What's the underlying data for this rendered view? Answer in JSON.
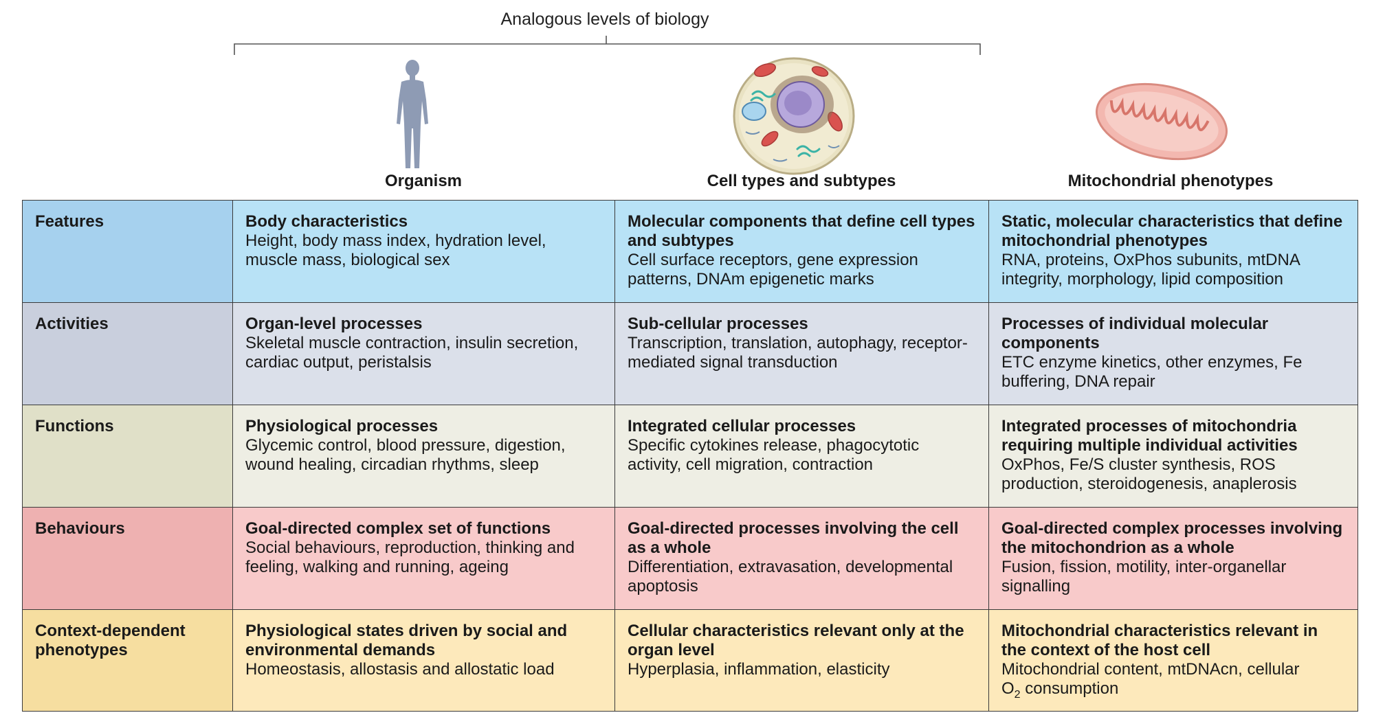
{
  "header": {
    "title": "Analogous levels of biology"
  },
  "columns": [
    {
      "title": "Organism",
      "icon": "human-figure-icon"
    },
    {
      "title": "Cell types and subtypes",
      "icon": "cell-icon"
    },
    {
      "title": "Mitochondrial phenotypes",
      "icon": "mitochondrion-icon"
    }
  ],
  "rows": [
    {
      "label": "Features",
      "cells": [
        {
          "title": "Body characteristics",
          "body": "Height, body mass index, hydration level, muscle mass, biological sex"
        },
        {
          "title": "Molecular components that define cell types and subtypes",
          "body": "Cell surface receptors, gene expression patterns, DNAm epigenetic marks"
        },
        {
          "title": "Static, molecular characteristics that define mitochondrial phenotypes",
          "body": "RNA, proteins, OxPhos subunits, mtDNA integrity, morphology, lipid composition"
        }
      ]
    },
    {
      "label": "Activities",
      "cells": [
        {
          "title": "Organ-level processes",
          "body": "Skeletal muscle contraction, insulin secretion, cardiac output, peristalsis"
        },
        {
          "title": "Sub-cellular processes",
          "body": "Transcription, translation, autophagy, receptor-mediated signal transduction"
        },
        {
          "title": "Processes of individual molecular components",
          "body": "ETC enzyme kinetics, other enzymes, Fe buffering, DNA repair"
        }
      ]
    },
    {
      "label": "Functions",
      "cells": [
        {
          "title": "Physiological processes",
          "body": "Glycemic control, blood pressure, digestion, wound healing, circadian rhythms, sleep"
        },
        {
          "title": "Integrated cellular processes",
          "body": "Specific cytokines release, phagocytotic activity, cell migration, contraction"
        },
        {
          "title": "Integrated processes of mitochondria requiring multiple individual activities",
          "body": "OxPhos, Fe/S cluster synthesis, ROS production, steroidogenesis, anaplerosis"
        }
      ]
    },
    {
      "label": "Behaviours",
      "cells": [
        {
          "title": "Goal-directed complex set of functions",
          "body": "Social behaviours, reproduction, thinking and feeling, walking and running, ageing"
        },
        {
          "title": "Goal-directed processes involving the cell as a whole",
          "body": "Differentiation, extravasation, developmental apoptosis"
        },
        {
          "title": "Goal-directed complex processes involving the mitochondrion as a whole",
          "body": "Fusion, fission, motility, inter-organellar signalling"
        }
      ]
    },
    {
      "label": "Context-dependent phenotypes",
      "cells": [
        {
          "title": "Physiological states driven by social and environmental demands",
          "body": "Homeostasis, allostasis and allostatic load"
        },
        {
          "title": "Cellular characteristics relevant only at the organ level",
          "body": "Hyperplasia, inflammation, elasticity"
        },
        {
          "title": "Mitochondrial characteristics relevant in the context of the host cell",
          "body": "Mitochondrial content, mtDNAcn, cellular",
          "body_o": "O",
          "body_sub": "2",
          "body_tail": " consumption"
        }
      ]
    }
  ]
}
